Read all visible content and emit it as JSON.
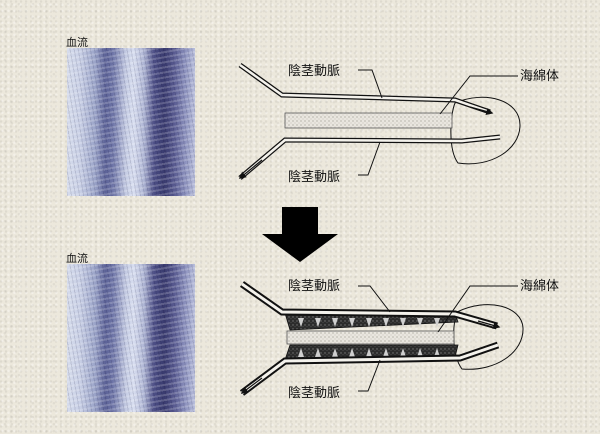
{
  "top": {
    "flow_label": "血流",
    "artery_top_label": "陰茎動脈",
    "artery_bottom_label": "陰茎動脈",
    "cavernosum_label": "海綿体"
  },
  "bottom": {
    "flow_label": "血流",
    "artery_top_label": "陰茎動脈",
    "artery_bottom_label": "陰茎動脈",
    "cavernosum_label": "海綿体"
  },
  "transition_arrow": "down-arrow-icon"
}
